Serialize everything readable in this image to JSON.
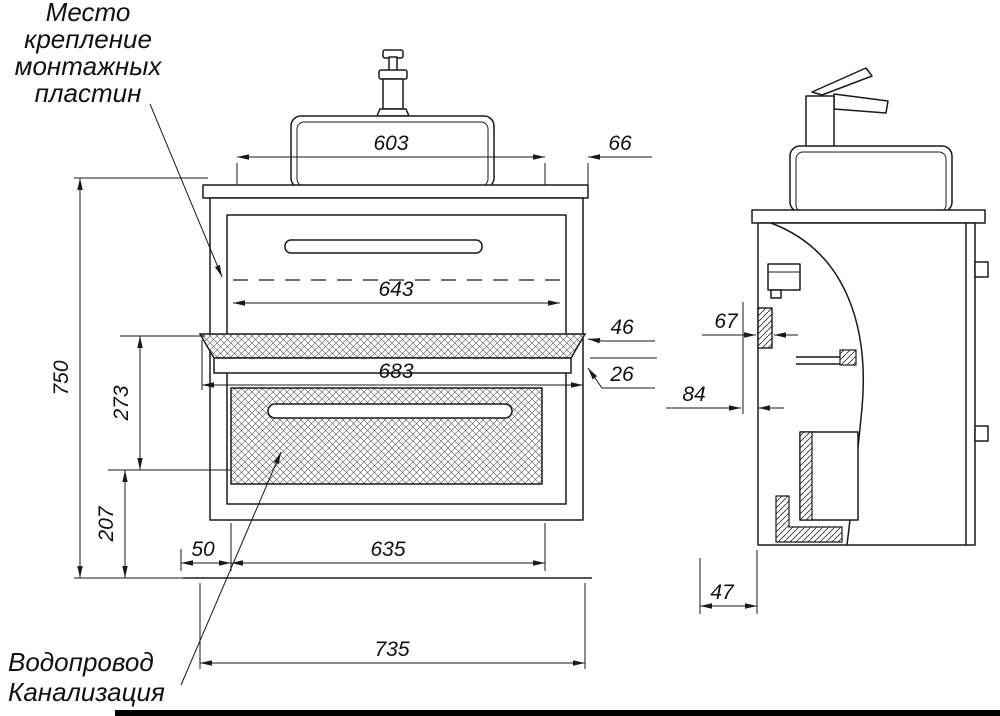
{
  "annotations": {
    "mounting_note_lines": [
      "Место",
      "крепление",
      "монтажных",
      "пластин"
    ],
    "plumbing_note_lines": [
      "Водопровод",
      "Канализация"
    ]
  },
  "dimensions": {
    "front": {
      "sink_span": "603",
      "right_offset": "66",
      "inner_width": "643",
      "apron_height": "46",
      "rail_height": "26",
      "shelf_width": "683",
      "overall_height": "750",
      "drawer_section_height": "273",
      "lower_section_height": "207",
      "left_offset": "50",
      "drawer_width": "635",
      "overall_width": "735"
    },
    "side": {
      "plate_depth": "67",
      "bracket_offset": "84",
      "floor_offset": "47"
    }
  },
  "colors": {
    "line": "#1a1a1a",
    "background": "#ffffff"
  }
}
